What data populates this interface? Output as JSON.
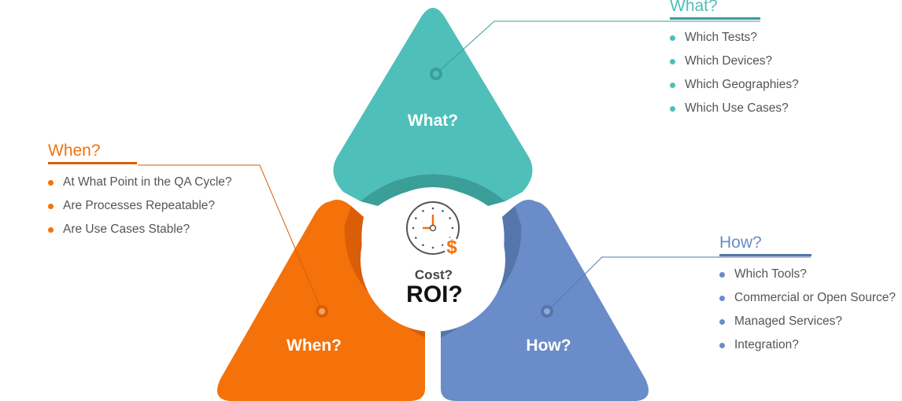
{
  "colors": {
    "what": "#4fbfba",
    "what_dark": "#3b9e99",
    "when": "#f57109",
    "when_dark": "#d95e07",
    "how": "#6a8cc8",
    "how_dark": "#5576aa",
    "clock": "#555555",
    "dollar": "#f57109"
  },
  "segments": {
    "what": {
      "label": "What?"
    },
    "when": {
      "label": "When?"
    },
    "how": {
      "label": "How?"
    }
  },
  "center": {
    "icon": "clock-dollar-icon",
    "line1": "Cost?",
    "line2": "ROI?",
    "dollar": "$"
  },
  "panels": {
    "what": {
      "title": "What?",
      "items": [
        "Which Tests?",
        "Which Devices?",
        "Which Geographies?",
        "Which Use Cases?"
      ]
    },
    "when": {
      "title": "When?",
      "items": [
        "At What Point in the QA Cycle?",
        "Are Processes Repeatable?",
        "Are Use Cases Stable?"
      ]
    },
    "how": {
      "title": "How?",
      "items": [
        "Which Tools?",
        "Commercial or Open Source?",
        "Managed Services?",
        "Integration?"
      ]
    }
  }
}
